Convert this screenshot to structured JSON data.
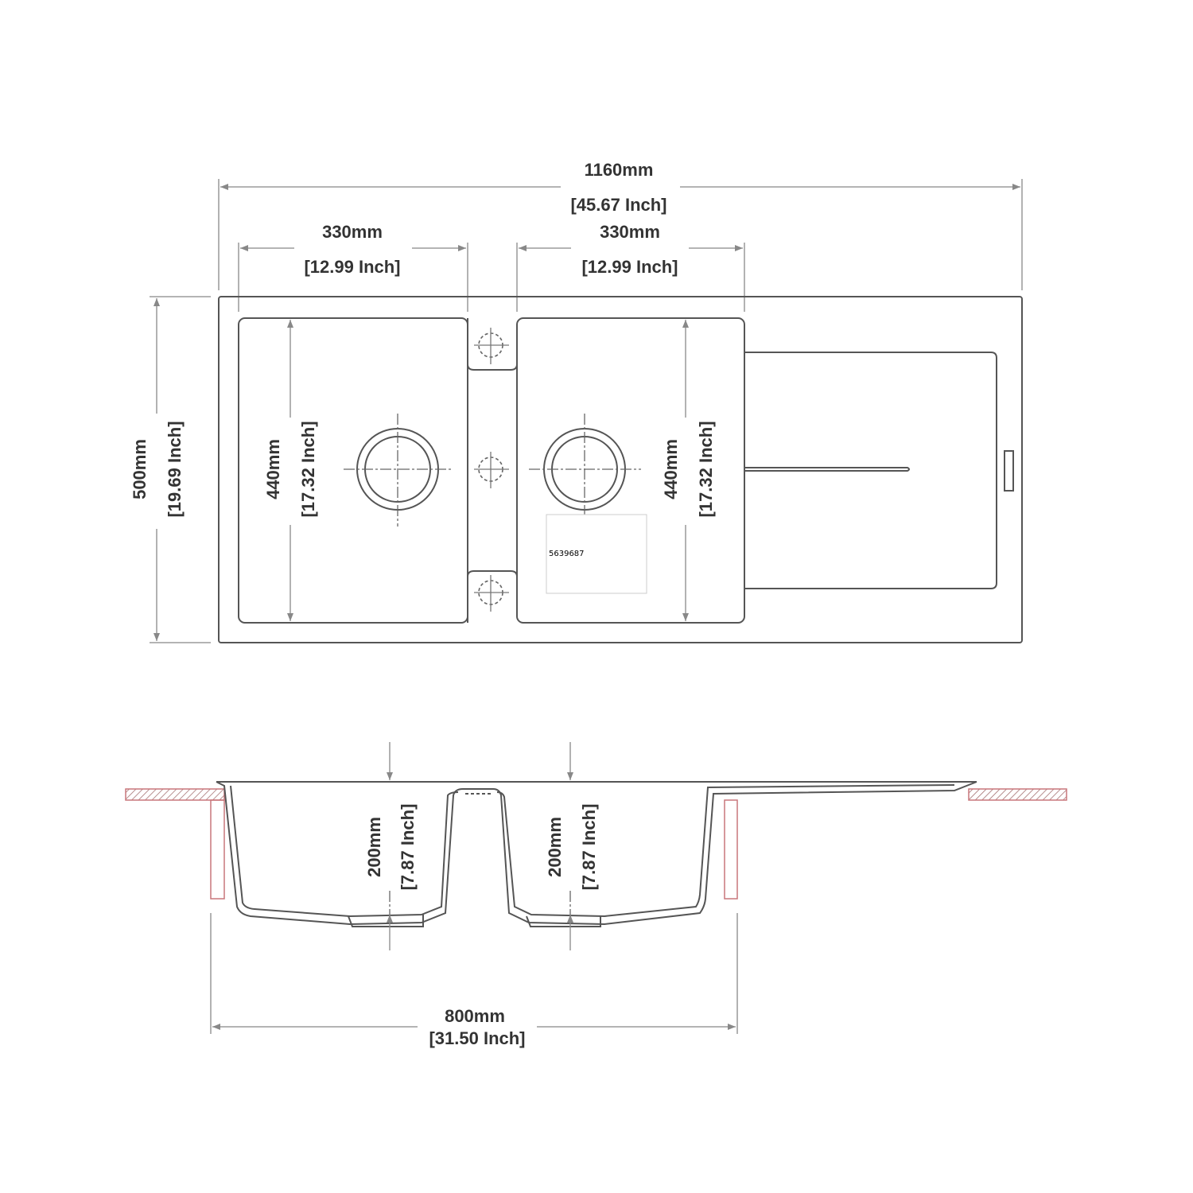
{
  "top_view": {
    "overall_width": {
      "mm": "1160mm",
      "inch": "[45.67 Inch]"
    },
    "left_bowl_width": {
      "mm": "330mm",
      "inch": "[12.99 Inch]"
    },
    "right_bowl_width": {
      "mm": "330mm",
      "inch": "[12.99 Inch]"
    },
    "overall_depth": {
      "mm": "500mm",
      "inch": "[19.69 Inch]"
    },
    "left_bowl_length": {
      "mm": "440mm",
      "inch": "[17.32 Inch]"
    },
    "right_bowl_length": {
      "mm": "440mm",
      "inch": "[17.32 Inch]"
    },
    "label_id": "5639687"
  },
  "section_view": {
    "left_bowl_depth": {
      "mm": "200mm",
      "inch": "[7.87 Inch]"
    },
    "right_bowl_depth": {
      "mm": "200mm",
      "inch": "[7.87 Inch]"
    },
    "cabinet_width": {
      "mm": "800mm",
      "inch": "[31.50 Inch]"
    },
    "colors": {
      "lines": "#555555",
      "cabinet": "#c9777b"
    }
  }
}
